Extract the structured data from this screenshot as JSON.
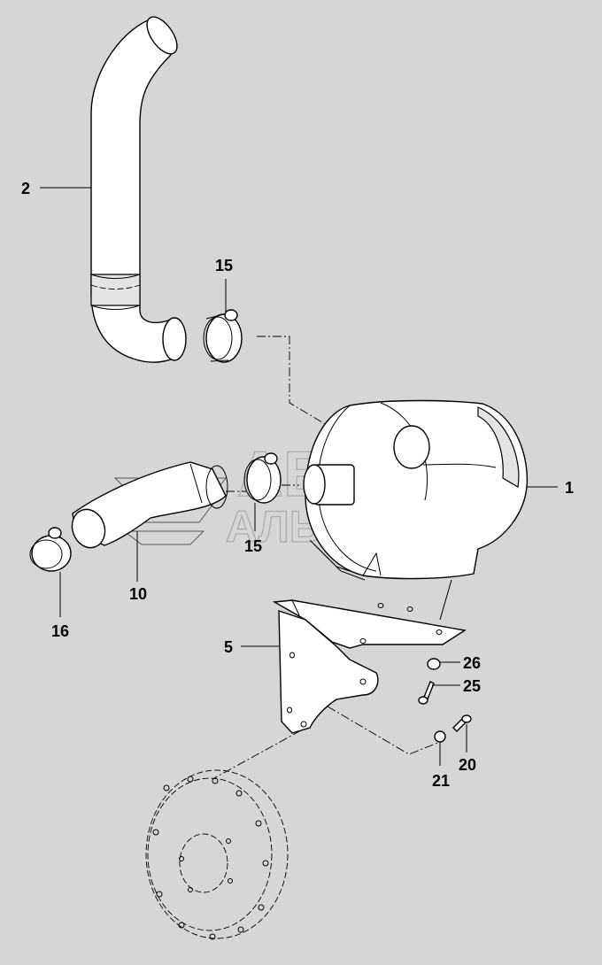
{
  "callouts": {
    "p1": "1",
    "p2": "2",
    "p5": "5",
    "p10": "10",
    "p15a": "15",
    "p15b": "15",
    "p16": "16",
    "p20": "20",
    "p21": "21",
    "p25": "25",
    "p26": "26"
  },
  "watermark": {
    "line1": "АВТО",
    "line2": "АЛЬЯНС"
  },
  "colors": {
    "background": "#d6d6d6",
    "line": "#000000",
    "watermark": "#9a9a9a"
  }
}
